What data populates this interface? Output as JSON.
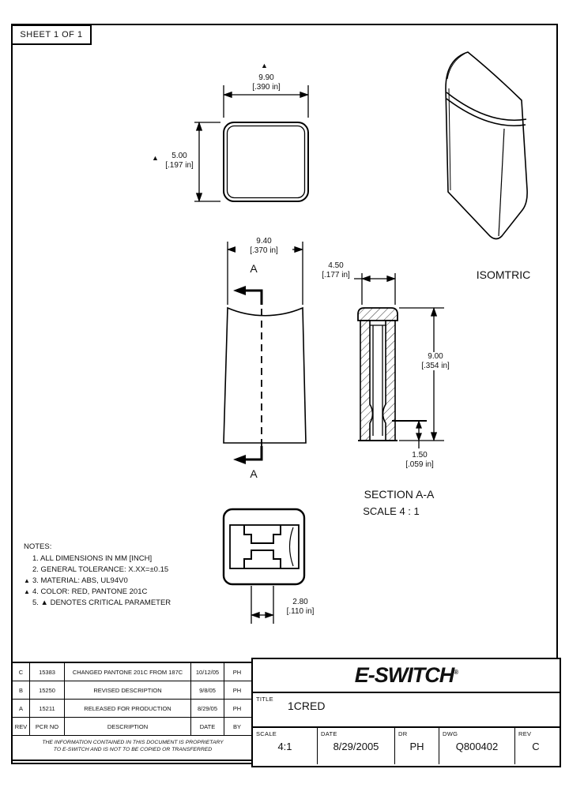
{
  "sheet": {
    "label": "SHEET 1 OF 1"
  },
  "icons": {
    "critical": "▲"
  },
  "views": {
    "top": {
      "width_mm": "9.90",
      "width_in": "[.390 in]",
      "height_mm": "5.00",
      "height_in": "[.197 in]"
    },
    "front": {
      "width_mm": "9.40",
      "width_in": "[.370 in]",
      "section_label": "A"
    },
    "section": {
      "cap_mm": "4.50",
      "cap_in": "[.177 in]",
      "height_mm": "9.00",
      "height_in": "[.354 in]",
      "offset_mm": "1.50",
      "offset_in": "[.059 in]",
      "caption": "SECTION  A-A",
      "scale_note": "SCALE 4 : 1"
    },
    "bottom": {
      "slot_mm": "2.80",
      "slot_in": "[.110 in]"
    },
    "iso": {
      "label": "ISOMTRIC"
    }
  },
  "notes": {
    "heading": "NOTES:",
    "items": [
      {
        "prefix": "",
        "text": "1. ALL DIMENSIONS IN MM [INCH]"
      },
      {
        "prefix": "",
        "text": "2. GENERAL TOLERANCE: X.XX=±0.15"
      },
      {
        "prefix": "▲",
        "text": "3. MATERIAL: ABS, UL94V0"
      },
      {
        "prefix": "▲",
        "text": "4. COLOR: RED, PANTONE 201C"
      },
      {
        "prefix": "",
        "text": "5. ▲ DENOTES CRITICAL PARAMETER"
      }
    ]
  },
  "revisions": {
    "headers": {
      "rev": "REV",
      "pcr": "PCR NO",
      "desc": "DESCRIPTION",
      "date": "DATE",
      "by": "BY"
    },
    "rows": [
      {
        "rev": "C",
        "pcr": "15383",
        "desc": "CHANGED PANTONE 201C FROM 187C",
        "date": "10/12/05",
        "by": "PH"
      },
      {
        "rev": "B",
        "pcr": "15250",
        "desc": "REVISED DESCRIPTION",
        "date": "9/8/05",
        "by": "PH"
      },
      {
        "rev": "A",
        "pcr": "15211",
        "desc": "RELEASED FOR PRODUCTION",
        "date": "8/29/05",
        "by": "PH"
      }
    ],
    "proprietary_line1": "THE INFORMATION CONTAINED IN THIS DOCUMENT IS PROPRIETARY",
    "proprietary_line2": "TO E-SWITCH AND IS NOT TO BE COPIED OR TRANSFERRED"
  },
  "title_block": {
    "brand": "E-SWITCH",
    "brand_reg": "®",
    "title_label": "TITLE",
    "title_value": "1CRED",
    "scale_label": "SCALE",
    "scale_value": "4:1",
    "date_label": "DATE",
    "date_value": "8/29/2005",
    "dr_label": "DR",
    "dr_value": "PH",
    "dwg_label": "DWG",
    "dwg_value": "Q800402",
    "rev_label": "REV",
    "rev_value": "C"
  },
  "colors": {
    "ink": "#000000",
    "paper": "#ffffff"
  }
}
